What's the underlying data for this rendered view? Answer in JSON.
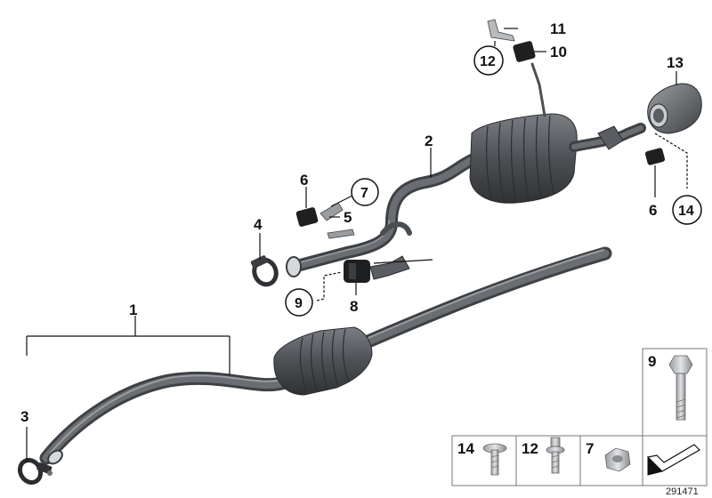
{
  "parts": {
    "p1": "1",
    "p2": "2",
    "p3": "3",
    "p4": "4",
    "p5": "5",
    "p6a": "6",
    "p6b": "6",
    "p7": "7",
    "p8": "8",
    "p9": "9",
    "p10": "10",
    "p11": "11",
    "p12": "12",
    "p13": "13",
    "p14": "14"
  },
  "hardware": {
    "bolt_label": "9",
    "screw14_label": "14",
    "screw12_label": "12",
    "nut7_label": "7"
  },
  "reference_number": "291471",
  "colors": {
    "pipe": "#55585c",
    "pipe_highlight": "#8a8d91",
    "muffler": "#4a4d51",
    "muffler_light": "#6e7175",
    "rubber": "#1e1f21",
    "metal_light": "#c9cccf"
  }
}
